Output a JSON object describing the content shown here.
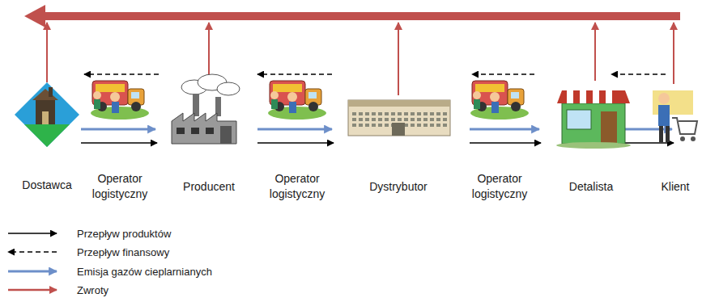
{
  "diagram": {
    "labels": [
      "Dostawca",
      "Operator logistyczny",
      "Producent",
      "Operator logistyczny",
      "Dystrybutor",
      "Operator logistyczny",
      "Detalista",
      "Klient"
    ],
    "legend": [
      {
        "text": "Przepływ produktów"
      },
      {
        "text": "Przepływ finansowy"
      },
      {
        "text": "Emisja gazów cieplarnianych"
      },
      {
        "text": "Zwroty"
      }
    ]
  }
}
